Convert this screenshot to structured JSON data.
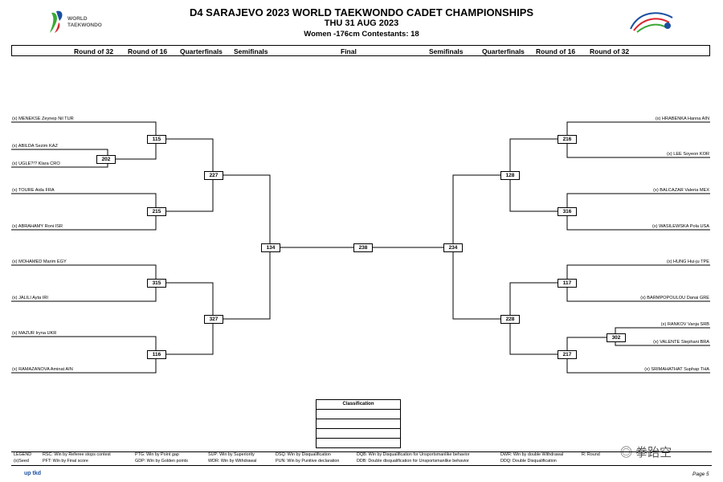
{
  "header": {
    "title": "D4 SARAJEVO 2023 WORLD TAEKWONDO CADET CHAMPIONSHIPS",
    "date": "THU 31 AUG 2023",
    "category": "Women -176cm  Contestants: 18",
    "logo_left_text": [
      "WORLD",
      "TAEKWONDO"
    ]
  },
  "columns": {
    "left": [
      "Round of 32",
      "Round of 16",
      "Quarterfinals",
      "Semifinals"
    ],
    "center": "Final",
    "right": [
      "Semifinals",
      "Quarterfinals",
      "Round of 16",
      "Round of 32"
    ]
  },
  "left_athletes": [
    "(x) MENEKSE Zeynep Nil TUR",
    "(x) ABILDA Sezim KAZ",
    "(x) UGLE?!? Klara CRO",
    "(x) TOURE Aida FRA",
    "(x) ABRAHAMY Roni ISR",
    "(x) MOHAMED Marim EGY",
    "(x) JALILI Ayta IRI",
    "(x) MAZUR Iryna UKR",
    "(x) RAMAZANOVA Aminat AIN"
  ],
  "right_athletes": [
    "(x) HRABENKA Hanna AIN",
    "(x) LEE Soyeon KOR",
    "(x) BALCAZAR Valeria MEX",
    "(x) WASILEWSKA Pola USA",
    "(x) HUNG Hui-ju TPE",
    "(x) BARMPOPOULOU Danai GRE",
    "(x) RANKOV Vanja SRB",
    "(x) VALENTE Stephani BRA",
    "(x) SRIMAHATHAT Suphap THA"
  ],
  "matches": {
    "l202": "202",
    "l115": "115",
    "l215": "215",
    "l315": "315",
    "l116": "116",
    "l227": "227",
    "l327": "327",
    "l134": "134",
    "final": "238",
    "r216": "216",
    "r316": "316",
    "r117": "117",
    "r302": "302",
    "r217": "217",
    "r128": "128",
    "r228": "228",
    "r234": "234"
  },
  "classification": {
    "title": "Classification"
  },
  "legend": {
    "row1": [
      "LEGEND",
      "RSC: Win by Referee stops contest",
      "PTG: Win by Point gap",
      "SUP: Win by Superiority",
      "DSQ: Win by Disqualification",
      "DQB: Win by Disqualification for Unsportsmanlike behavior",
      "DWR: Win by double Withdrawal",
      "R: Round"
    ],
    "row2": [
      "(x)Seed",
      "PFT: Win by Final score",
      "GDP: Win by Golden points",
      "WDR: Win by Withdrawal",
      "PUN: Win by Punitive declaration",
      "DDB: Double disqualification for Unsportsmanlike behavior",
      "DDQ: Double Disqualification"
    ]
  },
  "footer": {
    "logo": "up tkd",
    "page": "Page 5",
    "watermark": "拳跆空"
  },
  "colors": {
    "logo_green": "#3aa935",
    "logo_blue": "#1a4fa0",
    "logo_red": "#d9262e"
  }
}
